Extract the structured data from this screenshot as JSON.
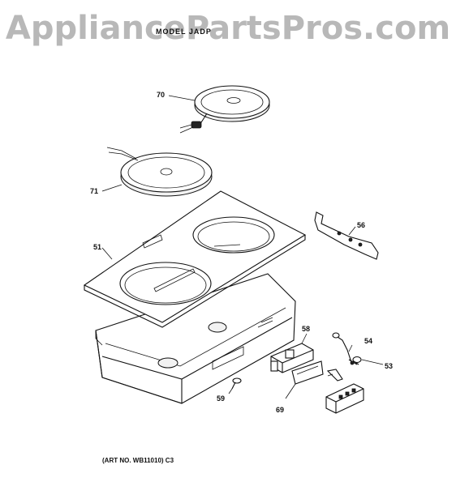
{
  "watermark": "AppliancePartsPros.com",
  "model_label": "MODEL JADP",
  "art_number": "(ART NO. WB11010) C3",
  "callouts": [
    {
      "id": "70",
      "label": "70"
    },
    {
      "id": "71",
      "label": "71"
    },
    {
      "id": "51",
      "label": "51"
    },
    {
      "id": "56",
      "label": "56"
    },
    {
      "id": "58",
      "label": "58"
    },
    {
      "id": "54",
      "label": "54"
    },
    {
      "id": "53",
      "label": "53"
    },
    {
      "id": "59",
      "label": "59"
    },
    {
      "id": "69",
      "label": "69"
    }
  ]
}
